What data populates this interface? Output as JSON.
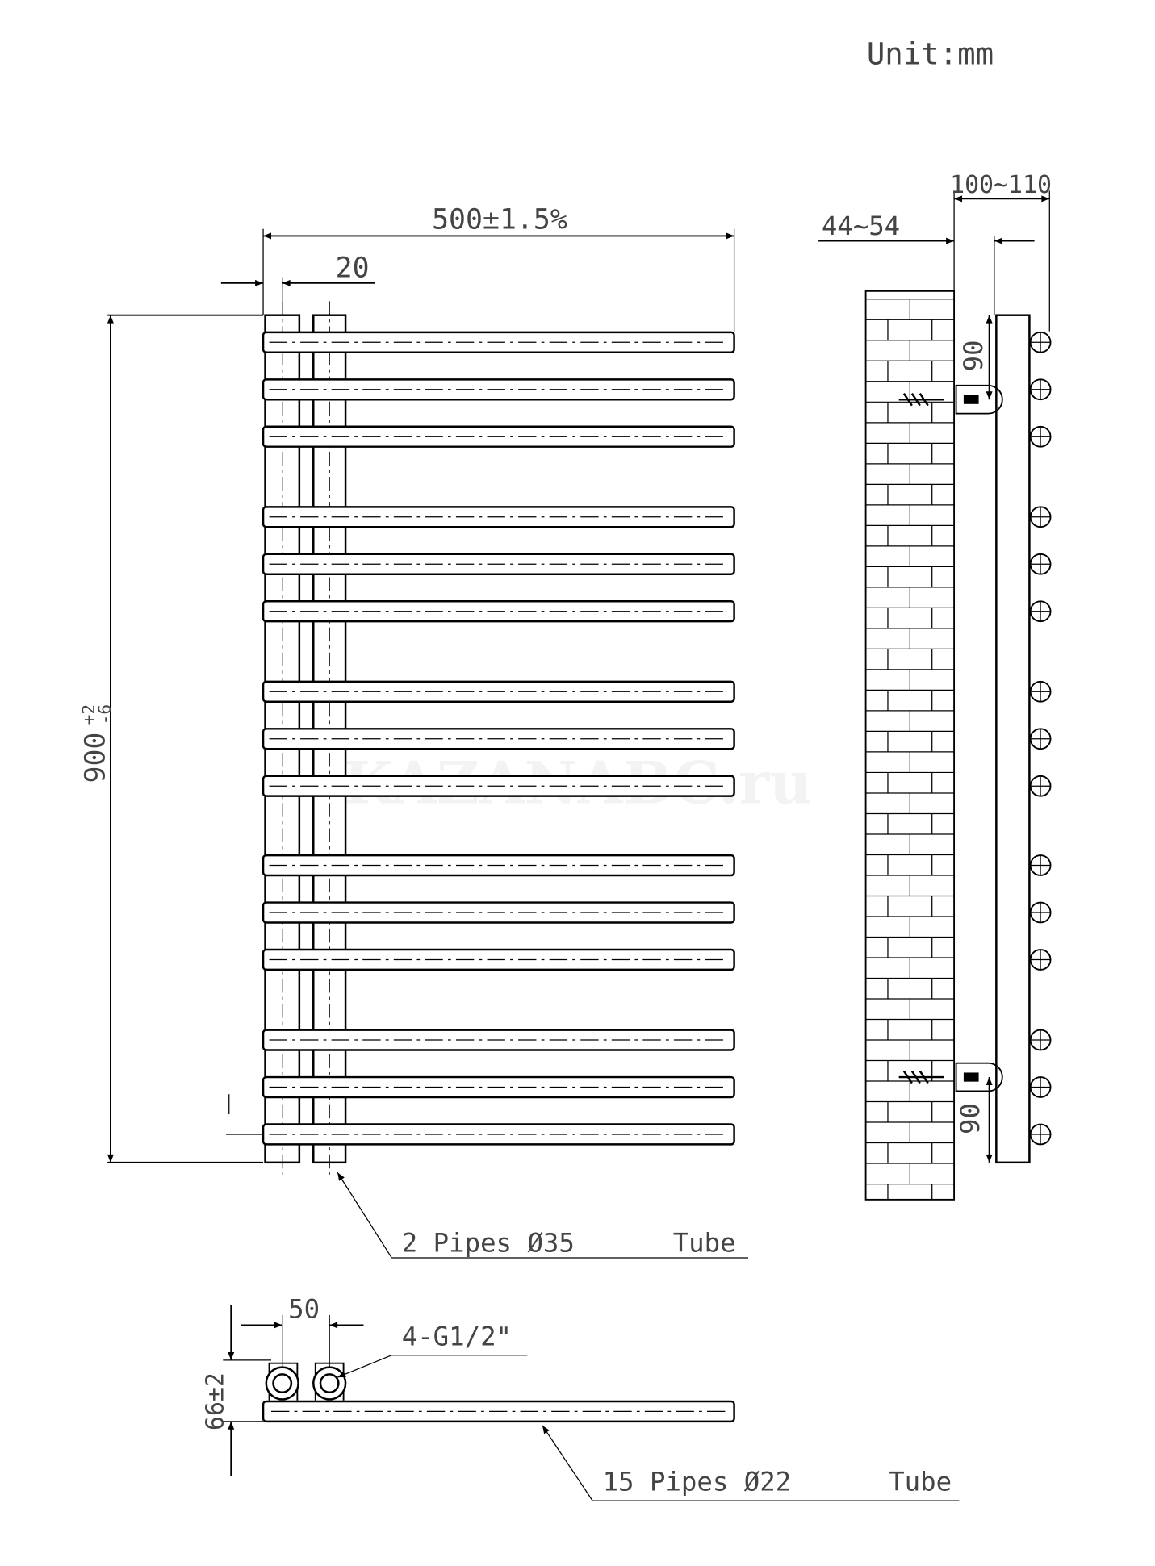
{
  "unit_label": "Unit:mm",
  "watermark": "KAZANABC.ru",
  "front_view": {
    "width_dim": "500±1.5%",
    "offset_dim": "20",
    "height_dim": "900",
    "height_tol_plus": "+2",
    "height_tol_minus": "-6",
    "vertical_pipe_label": "2 Pipes Ø35",
    "vertical_pipe_suffix": "Tube"
  },
  "side_view": {
    "depth_dim": "100~110",
    "wall_gap_dim": "44~54",
    "top_bracket_dim": "90",
    "bottom_bracket_dim": "90"
  },
  "bottom_view": {
    "connection_spacing_dim": "50",
    "connection_label": "4-G1/2\"",
    "connection_height_dim": "66±2",
    "horizontal_pipe_label": "15 Pipes Ø22",
    "horizontal_pipe_suffix": "Tube"
  }
}
